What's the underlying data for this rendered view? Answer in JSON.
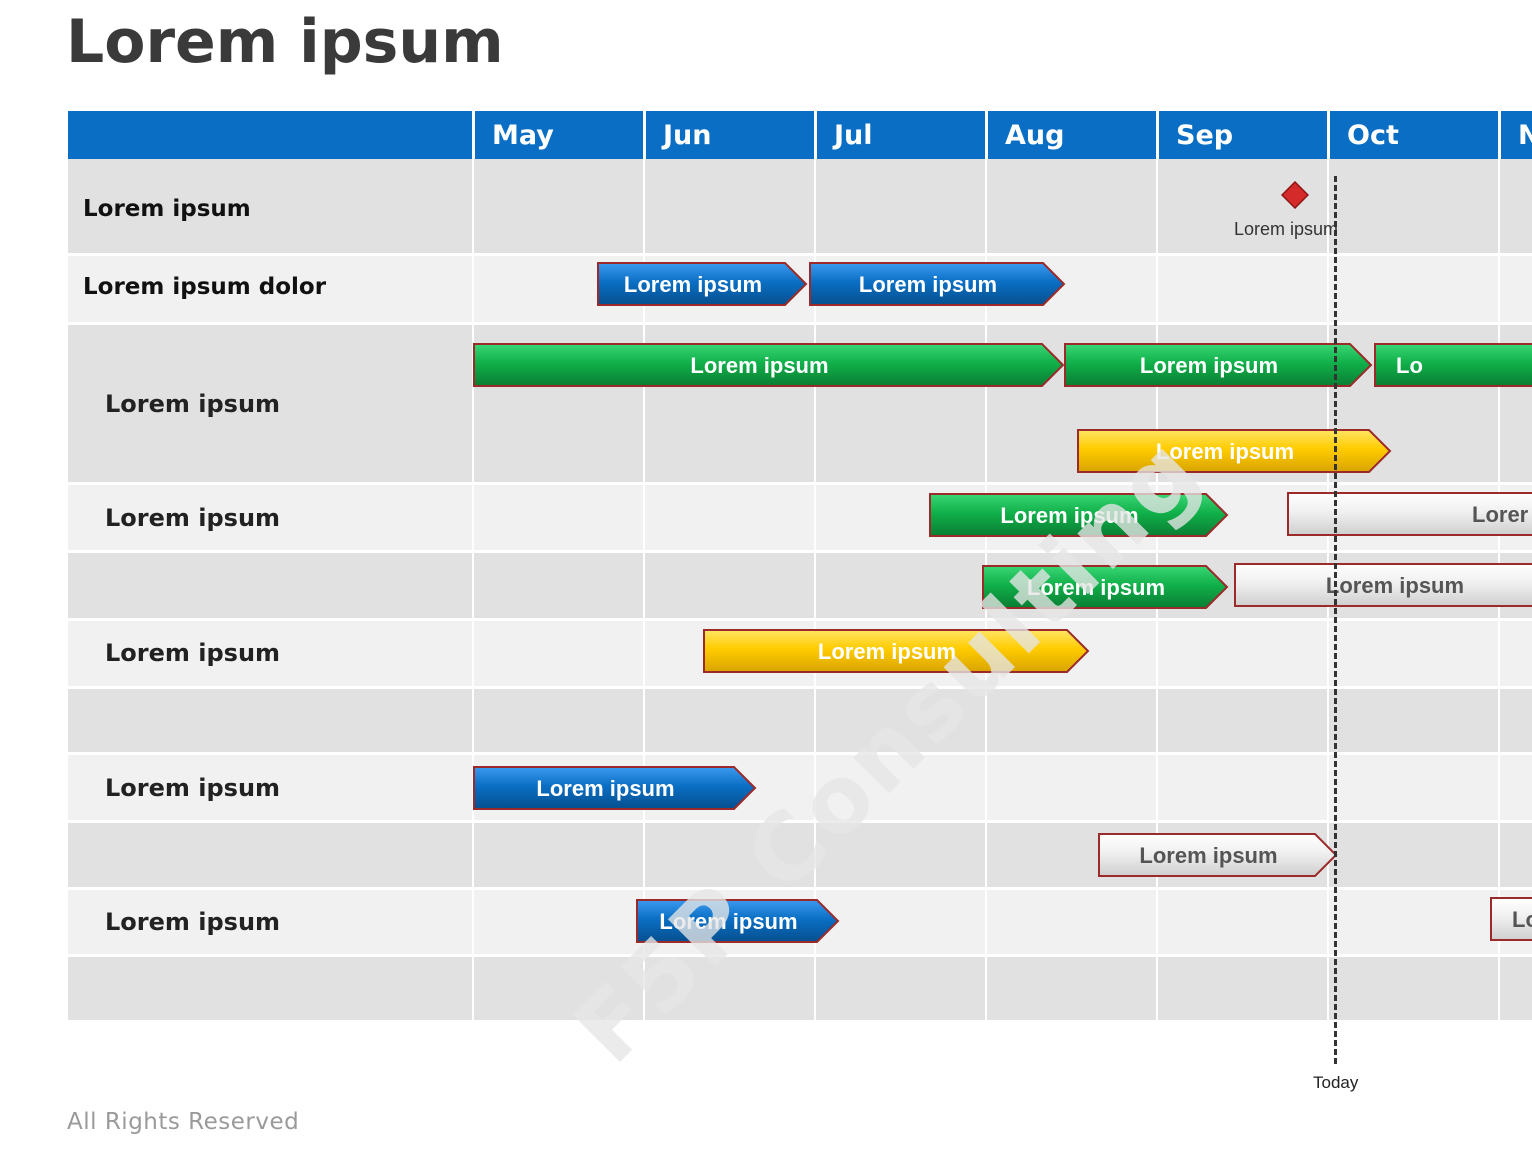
{
  "title": "Lorem ipsum",
  "months": [
    "May",
    "Jun",
    "Jul",
    "Aug",
    "Sep",
    "Oct",
    "N"
  ],
  "rows": [
    {
      "label": "Lorem ipsum"
    },
    {
      "label": "Lorem ipsum dolor"
    },
    {
      "label": "Lorem ipsum"
    },
    {
      "label": "Lorem ipsum"
    },
    {
      "label": ""
    },
    {
      "label": "Lorem ipsum"
    },
    {
      "label": ""
    },
    {
      "label": "Lorem ipsum"
    },
    {
      "label": ""
    },
    {
      "label": "Lorem ipsum"
    },
    {
      "label": ""
    }
  ],
  "bars": [
    {
      "label": "Lorem ipsum",
      "color": "blue"
    },
    {
      "label": "Lorem ipsum",
      "color": "blue"
    },
    {
      "label": "Lorem ipsum",
      "color": "green"
    },
    {
      "label": "Lorem ipsum",
      "color": "green"
    },
    {
      "label": "Lo",
      "color": "green"
    },
    {
      "label": "Lorem ipsum",
      "color": "yellow"
    },
    {
      "label": "Lorem ipsum",
      "color": "green"
    },
    {
      "label": "Lorer",
      "color": "white"
    },
    {
      "label": "Lorem ipsum",
      "color": "green"
    },
    {
      "label": "Lorem ipsum",
      "color": "white"
    },
    {
      "label": "Lorem ipsum",
      "color": "yellow"
    },
    {
      "label": "Lorem ipsum",
      "color": "blue"
    },
    {
      "label": "Lorem ipsum",
      "color": "white"
    },
    {
      "label": "Lorem ipsum",
      "color": "blue"
    },
    {
      "label": "Lo",
      "color": "white"
    }
  ],
  "milestone": {
    "label": "Lorem ipsum",
    "color": "#d42a2a"
  },
  "today": {
    "label": "Today"
  },
  "watermark": "F5P Consulting",
  "footer": "All Rights Reserved",
  "colors": {
    "header": "#0a6fc4",
    "blue": "#0a6fc4",
    "green": "#10b04a",
    "yellow": "#ffcc00",
    "white": "#f4f4f4",
    "bar_border": "#9b2b2b"
  }
}
